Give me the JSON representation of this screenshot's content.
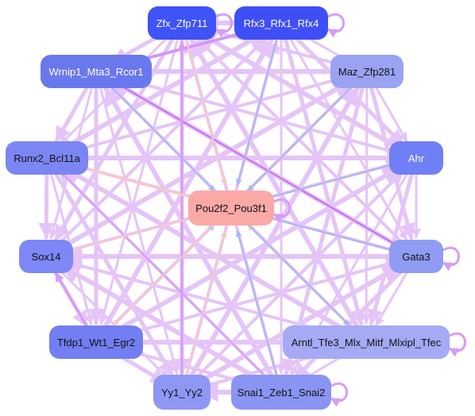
{
  "diagram": {
    "nodes": [
      {
        "id": "zfx",
        "label": "Zfx_Zfp711",
        "fill": "#3f53f6",
        "text": "#ffffff"
      },
      {
        "id": "rfx",
        "label": "Rfx3_Rfx1_Rfx4",
        "fill": "#3f4ff8",
        "text": "#ffffff"
      },
      {
        "id": "wrnip",
        "label": "Wrnip1_Mta3_Rcor1",
        "fill": "#6a78ee",
        "text": "#ffffff"
      },
      {
        "id": "maz",
        "label": "Maz_Zfp281",
        "fill": "#9aa2f2",
        "text": "#111111"
      },
      {
        "id": "runx",
        "label": "Runx2_Bcl11a",
        "fill": "#7c86f3",
        "text": "#111111"
      },
      {
        "id": "ahr",
        "label": "Ahr",
        "fill": "#6f7ff6",
        "text": "#ffffff"
      },
      {
        "id": "pou",
        "label": "Pou2f2_Pou3f1",
        "fill": "#fba9a6",
        "text": "#111111"
      },
      {
        "id": "sox",
        "label": "Sox14",
        "fill": "#7d87f5",
        "text": "#111111"
      },
      {
        "id": "gata",
        "label": "Gata3",
        "fill": "#909cf4",
        "text": "#111111"
      },
      {
        "id": "tfdp",
        "label": "Tfdp1_Wt1_Egr2",
        "fill": "#727ef1",
        "text": "#111111"
      },
      {
        "id": "arntl",
        "label": "Arntl_Tfe3_Mlx_Mitf_Mlxipl_Tfec",
        "fill": "#a4aaf4",
        "text": "#111111"
      },
      {
        "id": "yy",
        "label": "Yy1_Yy2",
        "fill": "#8e98f4",
        "text": "#111111"
      },
      {
        "id": "snai",
        "label": "Snai1_Zeb1_Snai2",
        "fill": "#8a95f3",
        "text": "#111111"
      }
    ],
    "colors": {
      "edge_light": "#e5c4f8",
      "edge_mid": "#d79cf6",
      "edge_strong": "#c56df0",
      "edge_blue": "#a9b6f3",
      "edge_peach": "#f8c9c4"
    }
  }
}
